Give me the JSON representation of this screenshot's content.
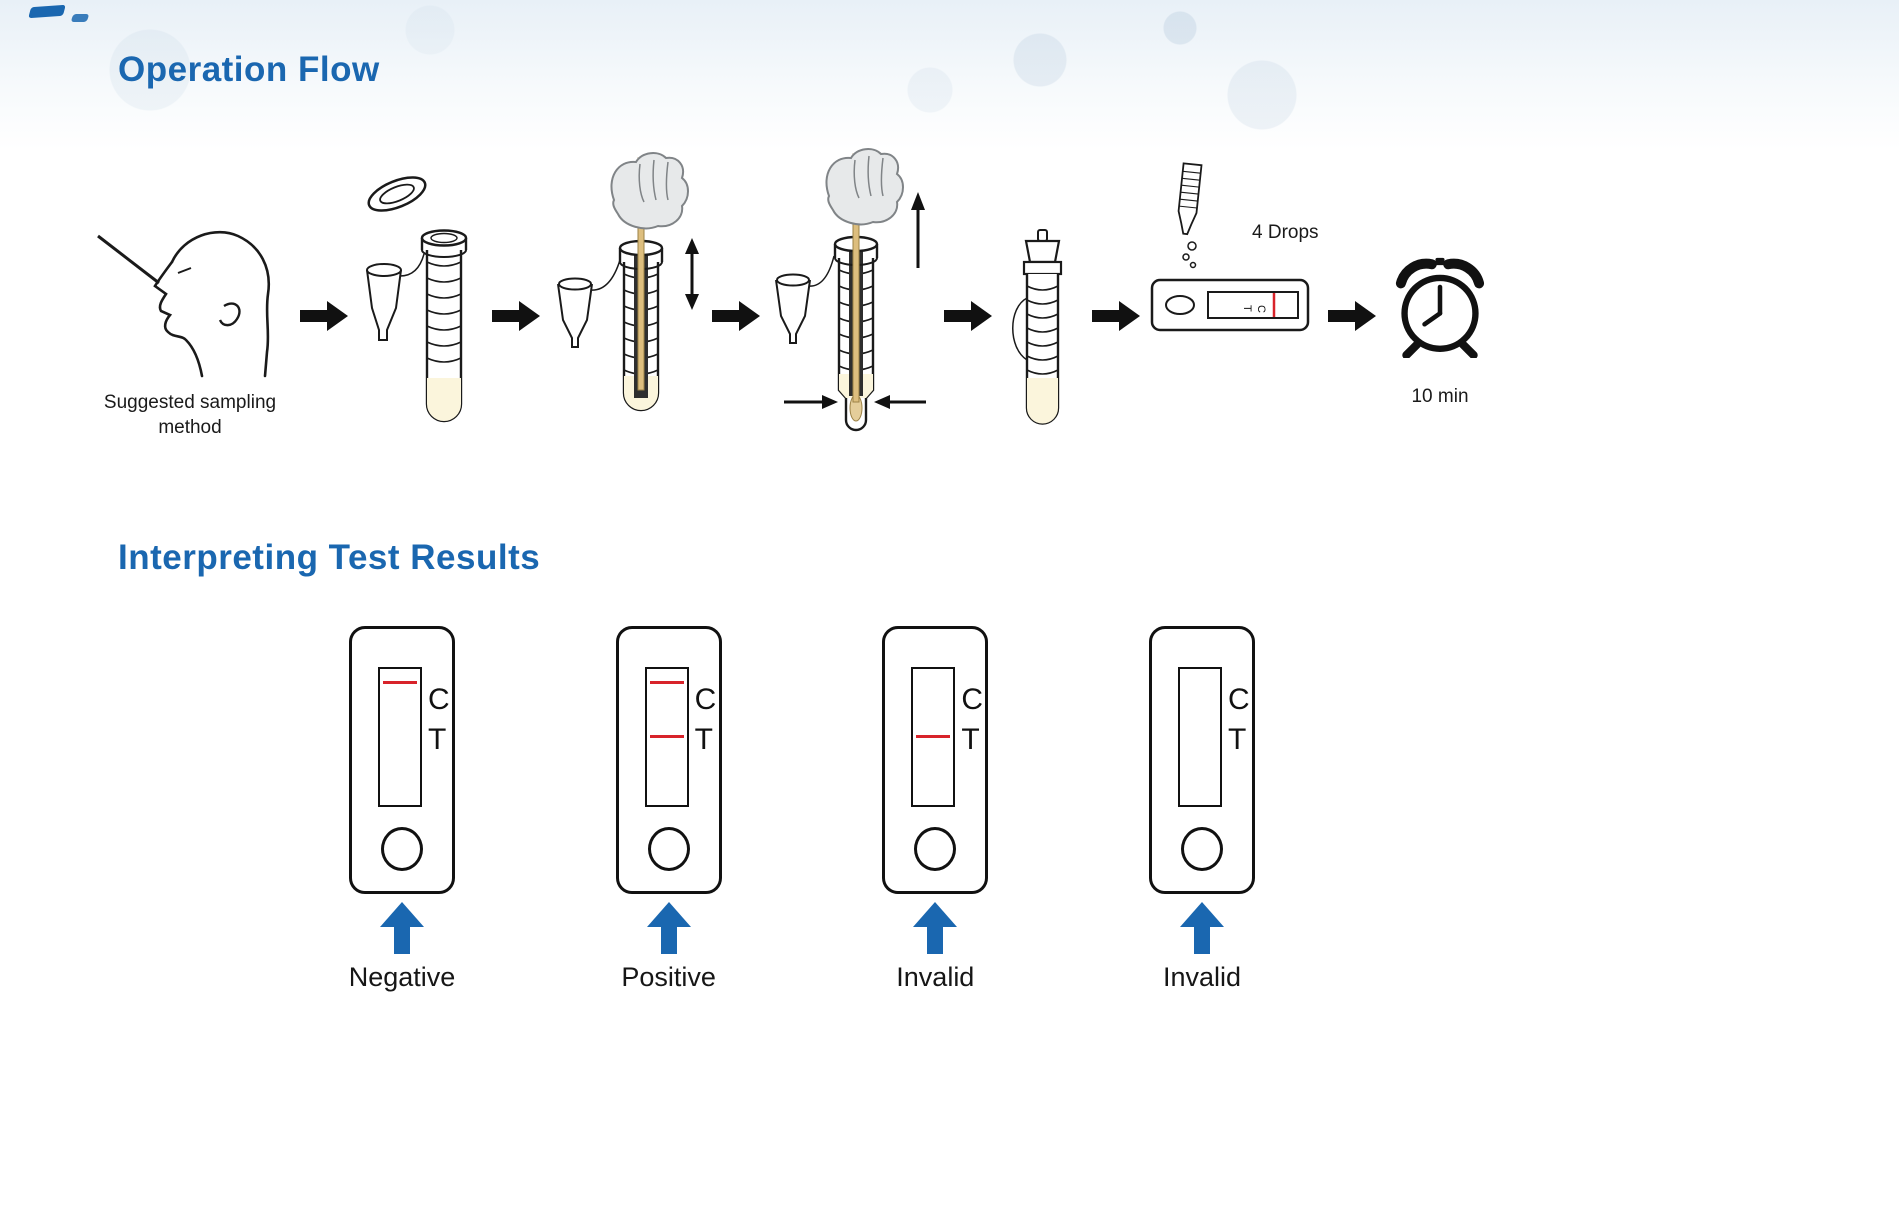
{
  "colors": {
    "accent_blue": "#1a67b0",
    "line_red": "#d8232a",
    "ink_black": "#111111",
    "liquid_cream": "#fbf5dc"
  },
  "operation_flow": {
    "title": "Operation Flow",
    "sampling_caption": "Suggested sampling method",
    "drops_label": "4 Drops",
    "time_label": "10 min"
  },
  "results": {
    "title": "Interpreting Test Results",
    "control_letter": "C",
    "test_letter": "T",
    "cassettes": [
      {
        "label": "Negative",
        "lines": {
          "c": true,
          "t": false
        }
      },
      {
        "label": "Positive",
        "lines": {
          "c": true,
          "t": true
        }
      },
      {
        "label": "Invalid",
        "lines": {
          "c": false,
          "t": true
        }
      },
      {
        "label": "Invalid",
        "lines": {
          "c": false,
          "t": false
        }
      }
    ]
  }
}
